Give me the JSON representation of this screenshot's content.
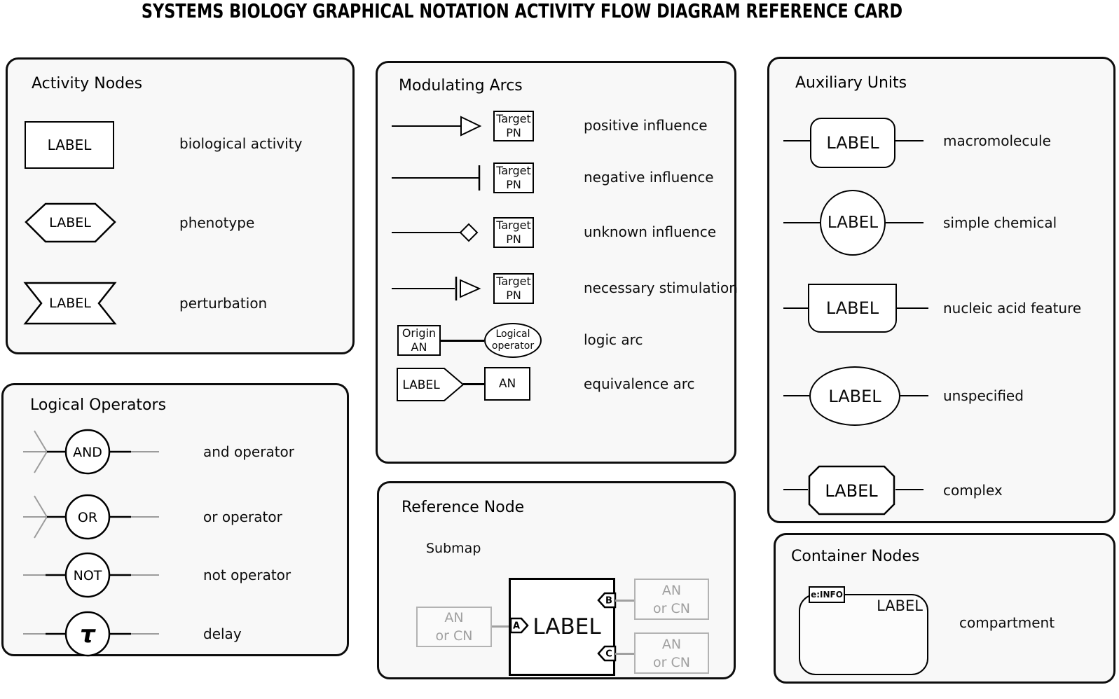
{
  "title": "SYSTEMS BIOLOGY GRAPHICAL NOTATION ACTIVITY FLOW DIAGRAM REFERENCE CARD",
  "colors": {
    "ink": "#000000",
    "muted_gray": "#9c9c9c",
    "panel_bg": "#f8f8f8"
  },
  "panels": {
    "activity_nodes": {
      "title": "Activity Nodes",
      "rows": [
        {
          "shape": "biological-activity-rectangle",
          "label": "LABEL",
          "description": "biological activity"
        },
        {
          "shape": "phenotype-hexagon",
          "label": "LABEL",
          "description": "phenotype"
        },
        {
          "shape": "perturbation-banner",
          "label": "LABEL",
          "description": "perturbation"
        }
      ]
    },
    "logical_operators": {
      "title": "Logical Operators",
      "rows": [
        {
          "symbol": "AND",
          "description": "and operator"
        },
        {
          "symbol": "OR",
          "description": "or operator"
        },
        {
          "symbol": "NOT",
          "description": "not operator"
        },
        {
          "symbol": "τ",
          "description": "delay"
        }
      ]
    },
    "modulating_arcs": {
      "title": "Modulating Arcs",
      "rows": [
        {
          "arrowhead": "open-triangle",
          "target_line1": "Target",
          "target_line2": "PN",
          "description": "positive influence"
        },
        {
          "arrowhead": "bar",
          "target_line1": "Target",
          "target_line2": "PN",
          "description": "negative influence"
        },
        {
          "arrowhead": "diamond",
          "target_line1": "Target",
          "target_line2": "PN",
          "description": "unknown influence"
        },
        {
          "arrowhead": "bar-open-triangle",
          "target_line1": "Target",
          "target_line2": "PN",
          "description": "necessary stimulation"
        }
      ],
      "logic_arc": {
        "origin_line1": "Origin",
        "origin_line2": "AN",
        "operator_line1": "Logical",
        "operator_line2": "operator",
        "description": "logic arc"
      },
      "equivalence_arc": {
        "tag_label": "LABEL",
        "node_label": "AN",
        "description": "equivalence arc"
      }
    },
    "reference_node": {
      "title": "Reference Node",
      "subtitle": "Submap",
      "label": "LABEL",
      "ports": {
        "a": "A",
        "b": "B",
        "c": "C"
      },
      "neighbor_line1": "AN",
      "neighbor_line2": "or CN"
    },
    "auxiliary_units": {
      "title": "Auxiliary Units",
      "rows": [
        {
          "shape": "rounded-rectangle",
          "label": "LABEL",
          "description": "macromolecule"
        },
        {
          "shape": "circle",
          "label": "LABEL",
          "description": "simple chemical"
        },
        {
          "shape": "bottom-rounded-rectangle",
          "label": "LABEL",
          "description": "nucleic acid feature"
        },
        {
          "shape": "ellipse",
          "label": "LABEL",
          "description": "unspecified"
        },
        {
          "shape": "octagon",
          "label": "LABEL",
          "description": "complex"
        }
      ]
    },
    "container_nodes": {
      "title": "Container Nodes",
      "info_tag": "e:INFO",
      "label": "LABEL",
      "description": "compartment"
    }
  }
}
